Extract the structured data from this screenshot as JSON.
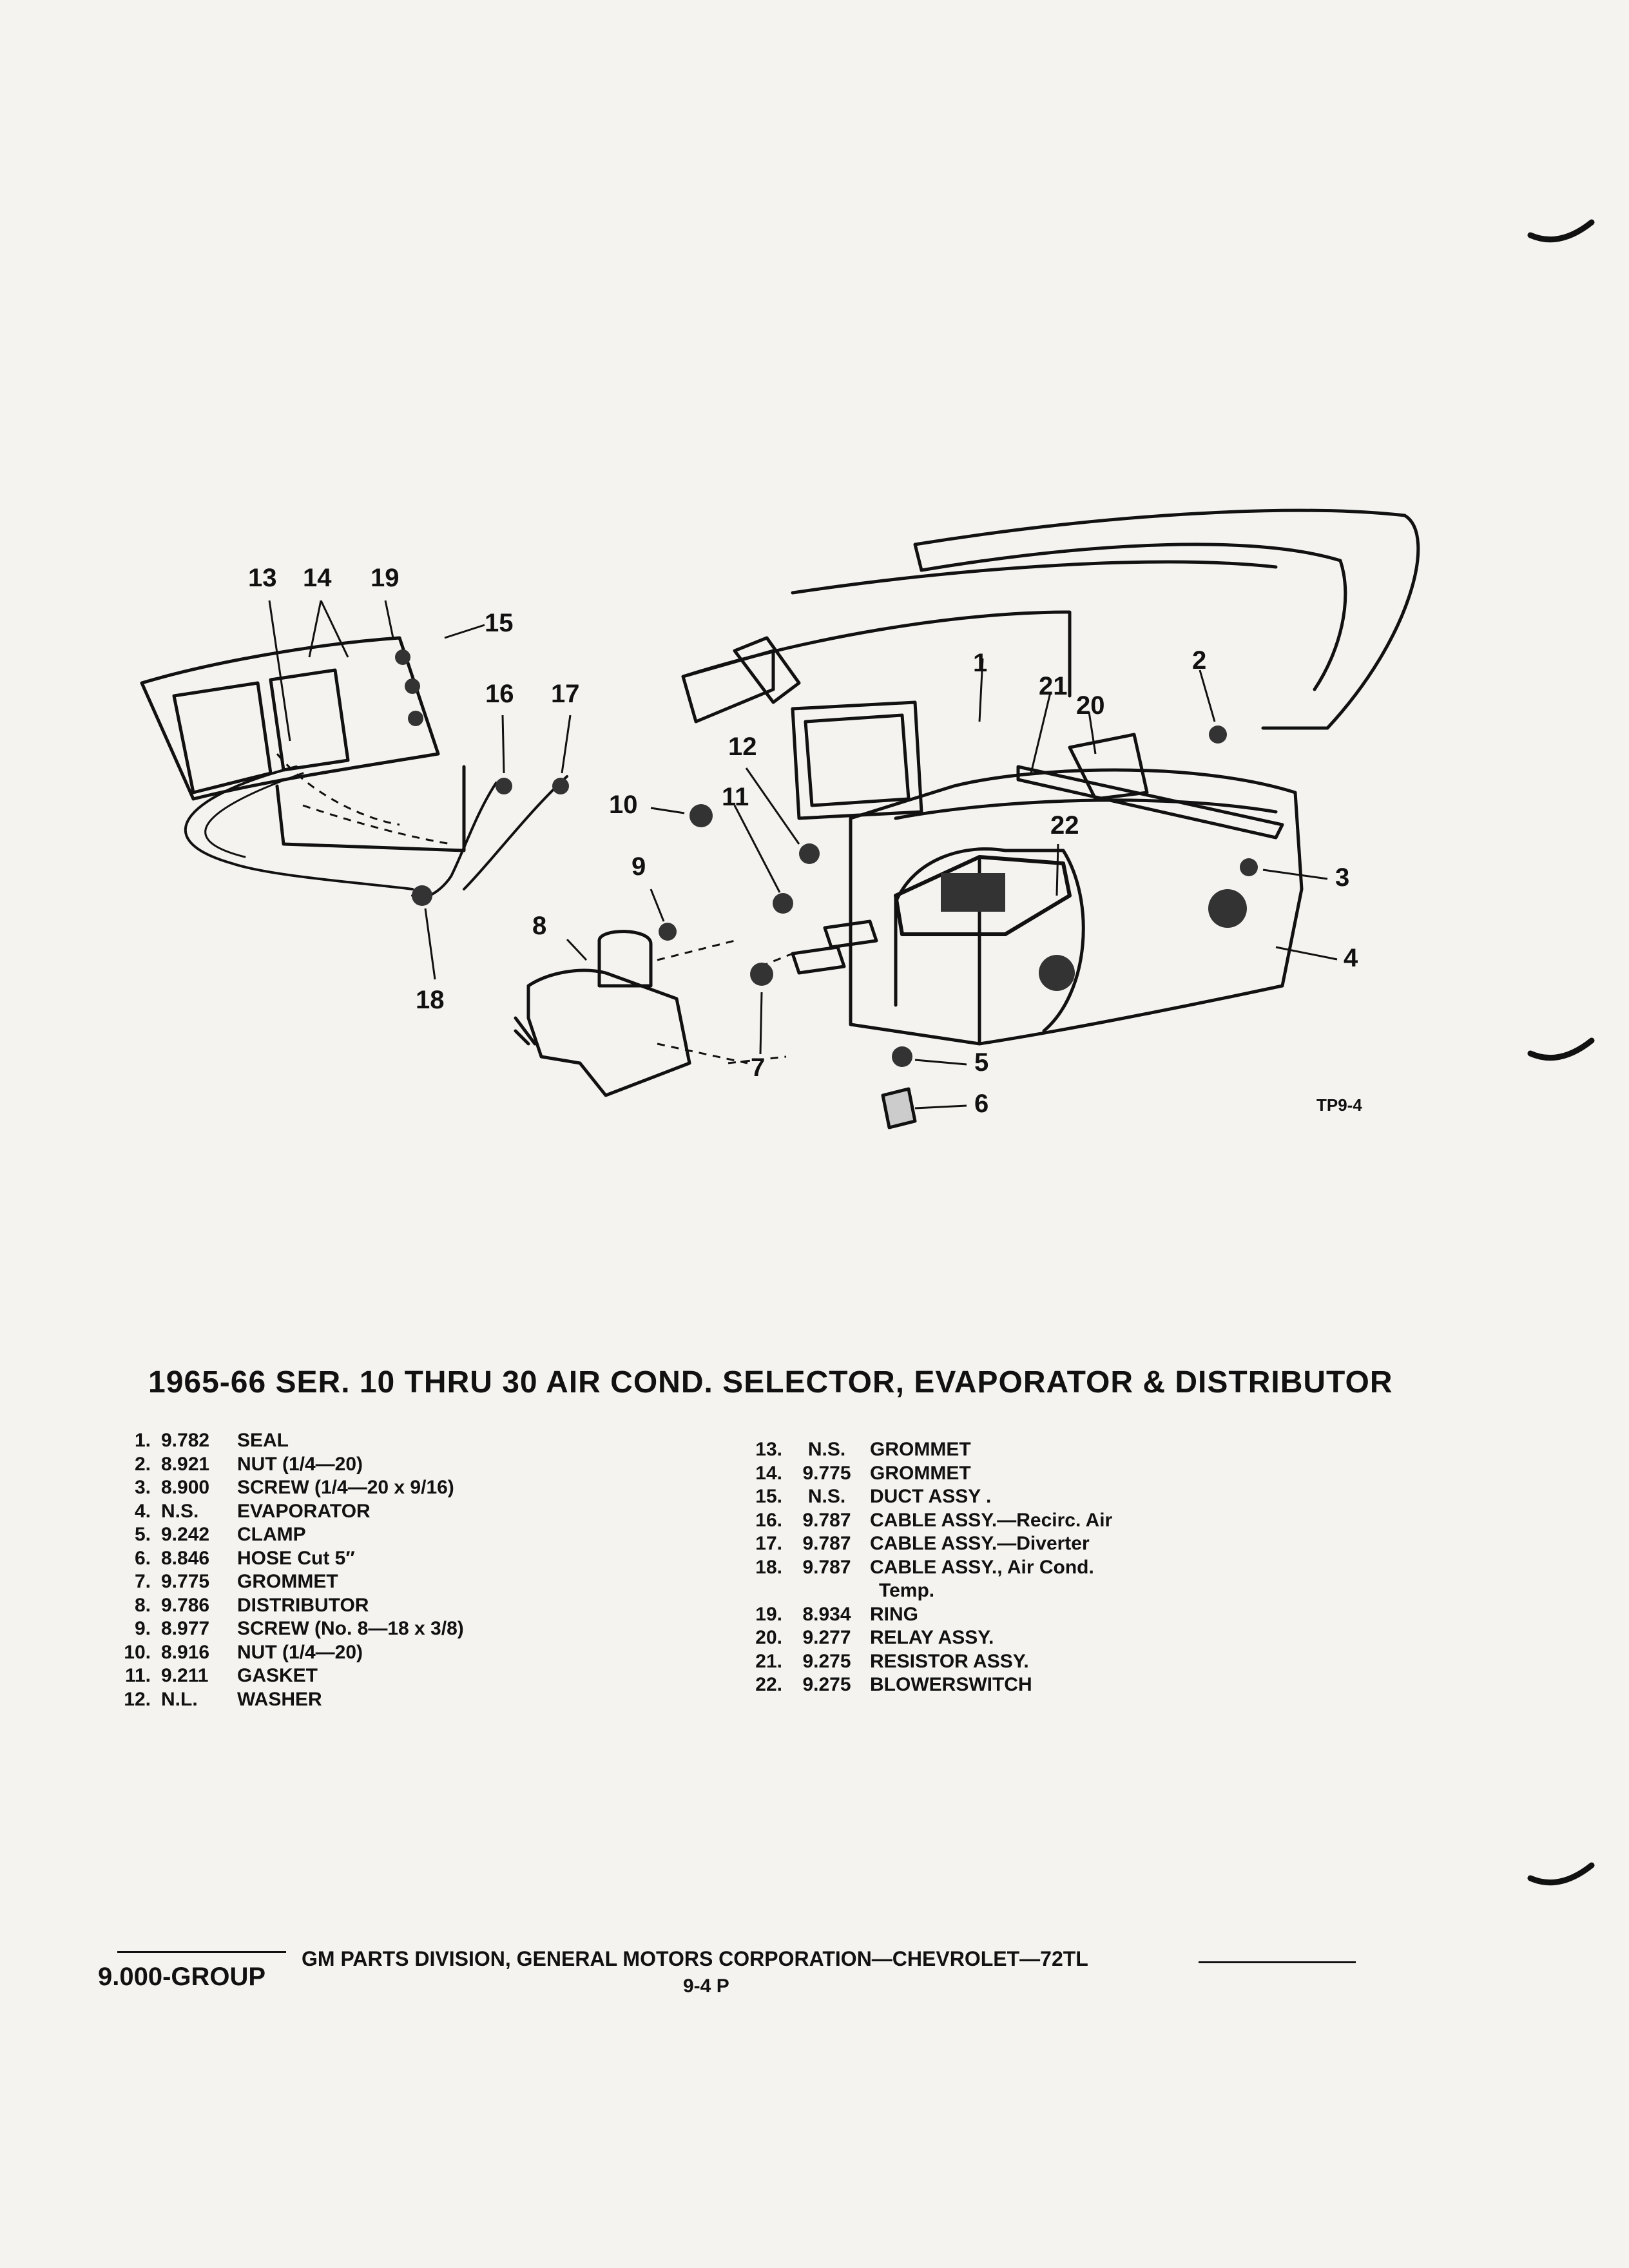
{
  "figure": {
    "code": "TP9-4",
    "callouts": [
      "1",
      "2",
      "3",
      "4",
      "5",
      "6",
      "7",
      "8",
      "9",
      "10",
      "11",
      "12",
      "13",
      "14",
      "15",
      "16",
      "17",
      "18",
      "19",
      "20",
      "21",
      "22"
    ]
  },
  "title": "1965-66 SER. 10 THRU 30 AIR COND. SELECTOR, EVAPORATOR & DISTRIBUTOR",
  "parts_left": [
    {
      "num": "1.",
      "part": "9.782",
      "desc": "SEAL"
    },
    {
      "num": "2.",
      "part": "8.921",
      "desc": "NUT (1/4—20)"
    },
    {
      "num": "3.",
      "part": "8.900",
      "desc": "SCREW (1/4—20 x 9/16)"
    },
    {
      "num": "4.",
      "part": "N.S.",
      "desc": "EVAPORATOR"
    },
    {
      "num": "5.",
      "part": "9.242",
      "desc": "CLAMP"
    },
    {
      "num": "6.",
      "part": "8.846",
      "desc": "HOSE Cut 5″"
    },
    {
      "num": "7.",
      "part": "9.775",
      "desc": "GROMMET"
    },
    {
      "num": "8.",
      "part": "9.786",
      "desc": "DISTRIBUTOR"
    },
    {
      "num": "9.",
      "part": "8.977",
      "desc": "SCREW (No. 8—18 x 3/8)"
    },
    {
      "num": "10.",
      "part": "8.916",
      "desc": "NUT (1/4—20)"
    },
    {
      "num": "11.",
      "part": "9.211",
      "desc": "GASKET"
    },
    {
      "num": "12.",
      "part": "N.L.",
      "desc": "WASHER"
    }
  ],
  "parts_right": [
    {
      "num": "13.",
      "part": "N.S.",
      "desc": "GROMMET"
    },
    {
      "num": "14.",
      "part": "9.775",
      "desc": "GROMMET"
    },
    {
      "num": "15.",
      "part": "N.S.",
      "desc": "DUCT ASSY ."
    },
    {
      "num": "16.",
      "part": "9.787",
      "desc": "CABLE ASSY.—Recirc. Air"
    },
    {
      "num": "17.",
      "part": "9.787",
      "desc": "CABLE ASSY.—Diverter"
    },
    {
      "num": "18.",
      "part": "9.787",
      "desc": "CABLE ASSY., Air Cond.",
      "cont": "Temp."
    },
    {
      "num": "19.",
      "part": "8.934",
      "desc": "RING"
    },
    {
      "num": "20.",
      "part": "9.277",
      "desc": "RELAY ASSY."
    },
    {
      "num": "21.",
      "part": "9.275",
      "desc": "RESISTOR ASSY."
    },
    {
      "num": "22.",
      "part": "9.275",
      "desc": "BLOWERSWITCH"
    }
  ],
  "footer": {
    "publisher": "GM PARTS DIVISION, GENERAL MOTORS CORPORATION—CHEVROLET—72TL",
    "group": "9.000-GROUP",
    "page": "9-4  P"
  }
}
